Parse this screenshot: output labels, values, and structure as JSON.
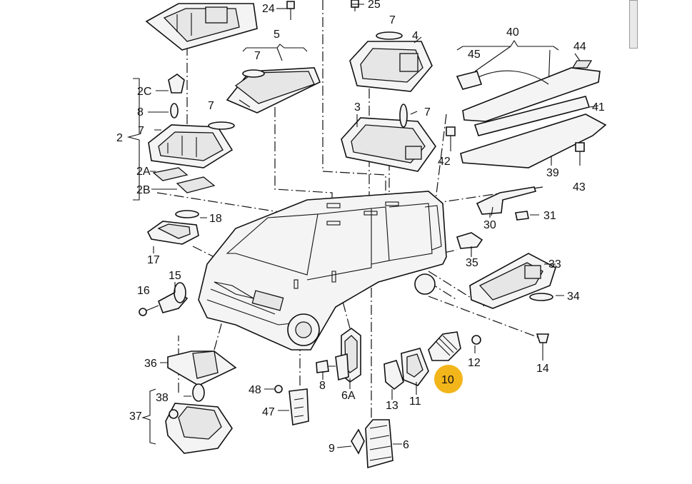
{
  "diagram": {
    "callouts": [
      "24",
      "25",
      "7",
      "4",
      "40",
      "44",
      "45",
      "5",
      "7",
      "2C",
      "8",
      "7",
      "2",
      "7",
      "3",
      "7",
      "41",
      "42",
      "2A",
      "2B",
      "39",
      "43",
      "18",
      "31",
      "30",
      "17",
      "35",
      "33",
      "15",
      "16",
      "34",
      "36",
      "12",
      "14",
      "10",
      "8",
      "48",
      "6A",
      "13",
      "11",
      "38",
      "37",
      "47",
      "9",
      "6"
    ],
    "highlight": {
      "label": "10",
      "color": "#f2b51a"
    }
  }
}
